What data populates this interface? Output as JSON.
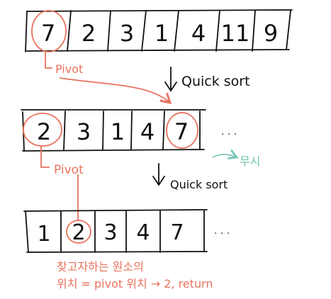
{
  "row1": {
    "cells": [
      "7",
      "2",
      "3",
      "1",
      "4",
      "11",
      "9"
    ]
  },
  "row2": {
    "cells": [
      "2",
      "3",
      "1",
      "4",
      "7"
    ],
    "ellipsis": ". . ."
  },
  "row3": {
    "cells": [
      "1",
      "2",
      "3",
      "4",
      "7"
    ],
    "ellipsis": ". . ."
  },
  "labels": {
    "pivot1": "Pivot",
    "pivot2": "Pivot",
    "quicksort1": "Quick sort",
    "quicksort2": "Quick sort",
    "ignore": "무시",
    "note_line1": "찾고자하는 원소의",
    "note_line2": "위치 = pivot 위치 → 2, return"
  },
  "colors": {
    "ink": "#111111",
    "annotation": "#e8735e",
    "ignore": "#6fc3b0"
  }
}
